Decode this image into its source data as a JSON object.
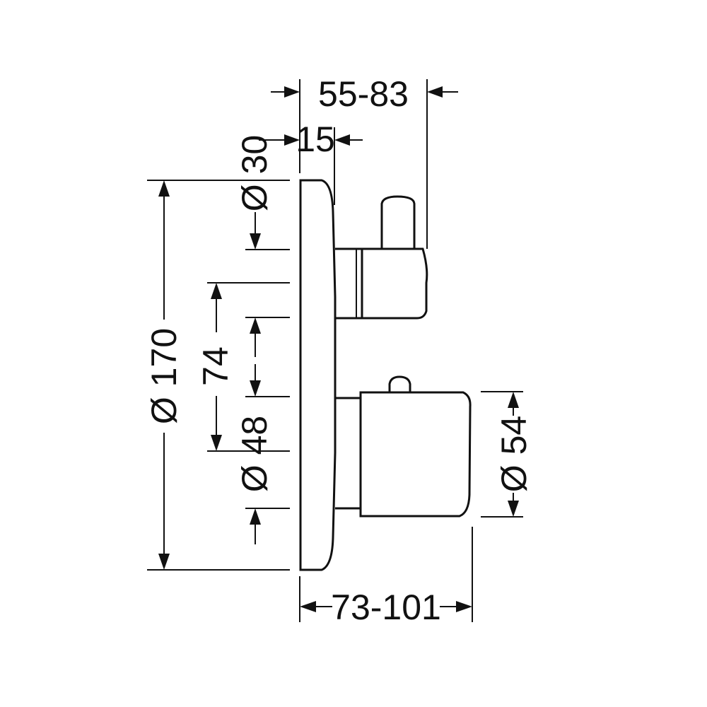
{
  "drawing": {
    "colors": {
      "line": "#111111",
      "background": "#ffffff"
    },
    "dimensions": {
      "top_span": "55-83",
      "top_small": "15",
      "dia_30": "Ø 30",
      "dia_170": "Ø 170",
      "center_distance": "74",
      "dia_48": "Ø 48",
      "dia_54": "Ø 54",
      "bottom_span": "73-101"
    }
  }
}
